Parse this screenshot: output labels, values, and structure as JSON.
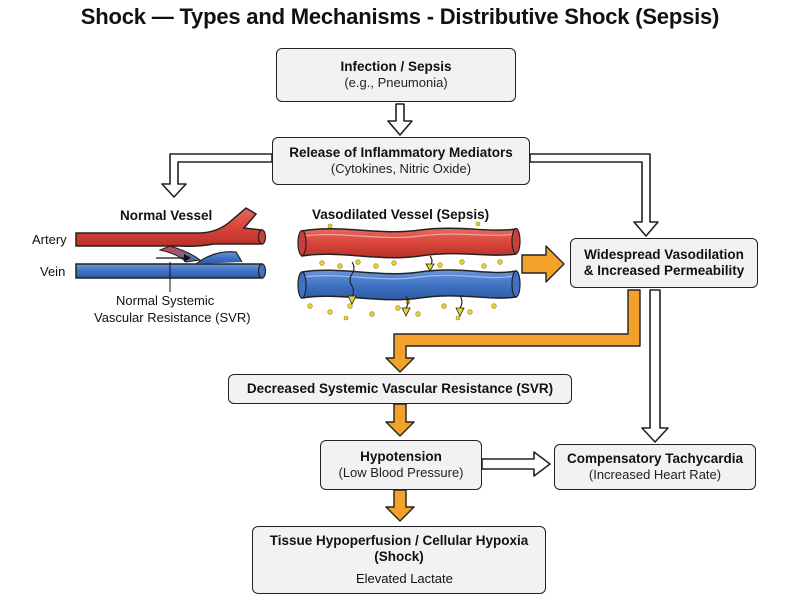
{
  "title": "Shock — Types and Mechanisms - Distributive Shock (Sepsis)",
  "nodes": {
    "infection": {
      "title": "Infection / Sepsis",
      "subtitle": "(e.g., Pneumonia)"
    },
    "mediators": {
      "title": "Release of Inflammatory Mediators",
      "subtitle": "(Cytokines, Nitric Oxide)"
    },
    "vasodilation": {
      "line1": "Widespread Vasodilation",
      "line2": "& Increased Permeability"
    },
    "decreased_svr": {
      "title": "Decreased Systemic Vascular Resistance (SVR)"
    },
    "hypotension": {
      "title": "Hypotension",
      "subtitle": "(Low Blood Pressure)"
    },
    "tachycardia": {
      "title": "Compensatory Tachycardia",
      "subtitle": "(Increased Heart Rate)"
    },
    "hypoperfusion": {
      "line1": "Tissue Hypoperfusion / Cellular Hypoxia",
      "line2": "(Shock)",
      "note": "Elevated Lactate"
    }
  },
  "normal_vessel": {
    "heading": "Normal Vessel",
    "artery_label": "Artery",
    "vein_label": "Vein",
    "caption_line1": "Normal Systemic",
    "caption_line2": "Vascular Resistance (SVR)"
  },
  "sepsis_vessel": {
    "heading": "Vasodilated Vessel (Sepsis)"
  },
  "icons": [
    "lungs-icon",
    "bacteria-icon",
    "hypoxic-cell-icon",
    "arrow-right-icon"
  ],
  "colors": {
    "artery": "#d9443a",
    "vein": "#3f72c4",
    "orange_arrow": "#f2a22a",
    "box_fill": "#f2f2f2",
    "box_border": "#222222",
    "fluid_dots": "#e8d42c"
  }
}
